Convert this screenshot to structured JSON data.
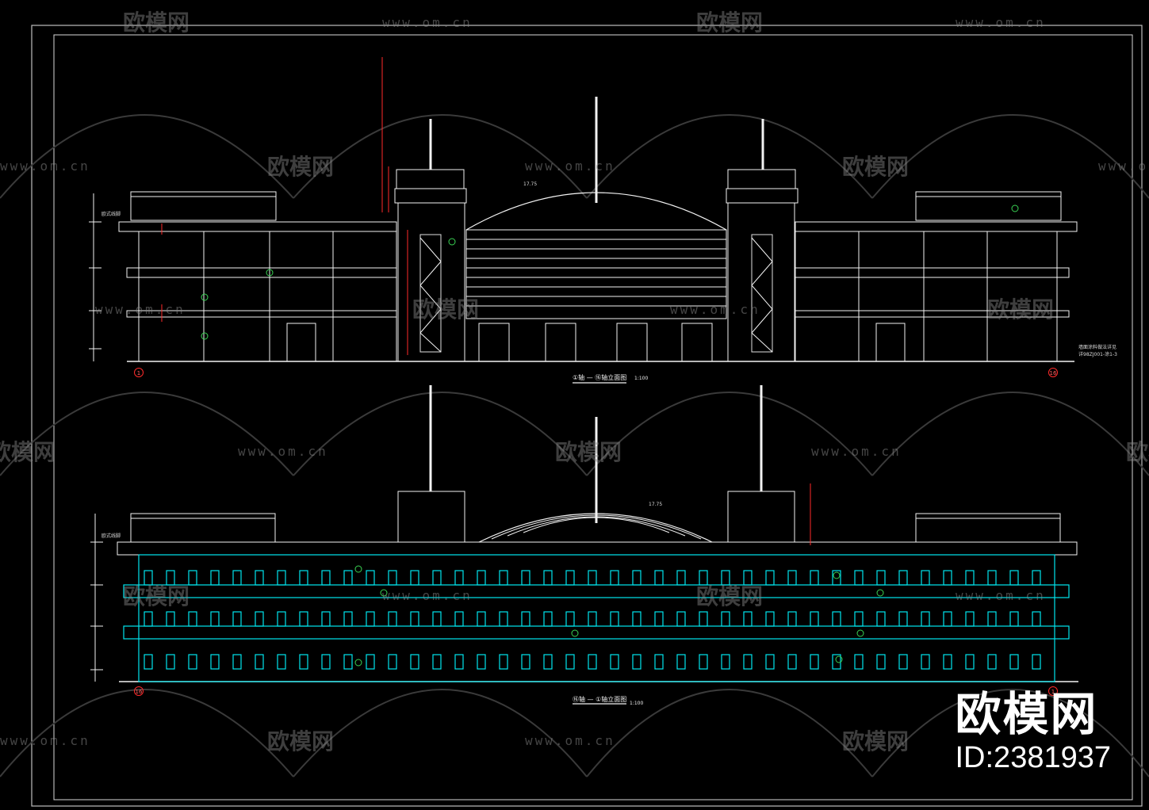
{
  "drawing": {
    "elevation_top_caption": "①轴 — ⑯轴立面图",
    "elevation_top_scale": "1:100",
    "elevation_bottom_caption": "⑯轴 — ①轴立面图",
    "elevation_bottom_scale": "1:100",
    "top_left_axis": "1",
    "top_right_axis": "16",
    "bottom_left_axis": "16",
    "bottom_right_axis": "1",
    "dome_level_top": "17.75",
    "dome_level_bottom": "17.75",
    "note_right": "墙面涂料做法详见",
    "note_right_ref": "详98ZJ001-涂1-3",
    "label_parapet": "欧式线脚",
    "colors": {
      "background": "#000000",
      "line": "#ffffff",
      "cyan": "#00e5ee",
      "red": "#ff2a2a",
      "green": "#39d353"
    }
  },
  "watermark": {
    "brand": "欧模网",
    "url": "www.om.cn"
  },
  "badge": {
    "logo": "欧模网",
    "id": "ID:2381937"
  }
}
